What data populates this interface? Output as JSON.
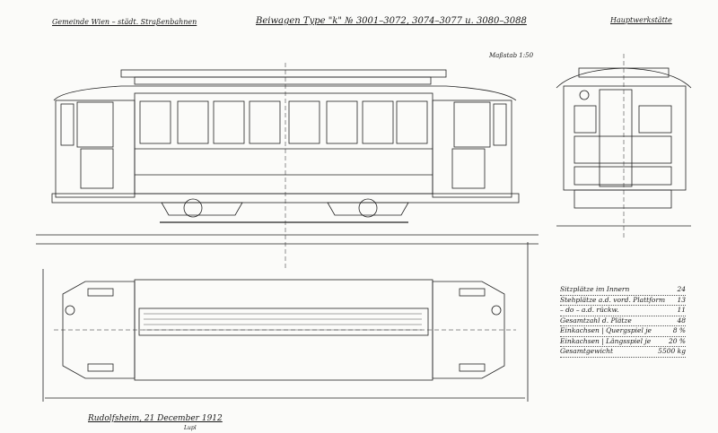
{
  "header": {
    "left_title": "Gemeinde Wien – städt. Straßenbahnen",
    "main_title": "Beiwagen Type \"k\" № 3001–3072, 3074–3077 u. 3080–3088",
    "right_title": "Hauptwerkstätte",
    "scale": "Maßstab 1:50"
  },
  "specs": [
    {
      "label": "Sitzplätze im Innern",
      "value": "24"
    },
    {
      "label": "Stehplätze a.d. vord. Plattform",
      "value": "13"
    },
    {
      "label": "– do – a.d. rückw.",
      "value": "11"
    },
    {
      "label": "Gesamtzahl d. Plätze",
      "value": "48"
    },
    {
      "label": "Einkachsen | Quergspiel je",
      "value": "8 %"
    },
    {
      "label": "Einkachsen | Längsspiel je",
      "value": "20 %"
    },
    {
      "label": "Gesamtgewicht",
      "value": "5500 kg"
    }
  ],
  "footer": {
    "place_date": "Rudolfsheim, 21 December 1912",
    "signature": "Lupl"
  }
}
